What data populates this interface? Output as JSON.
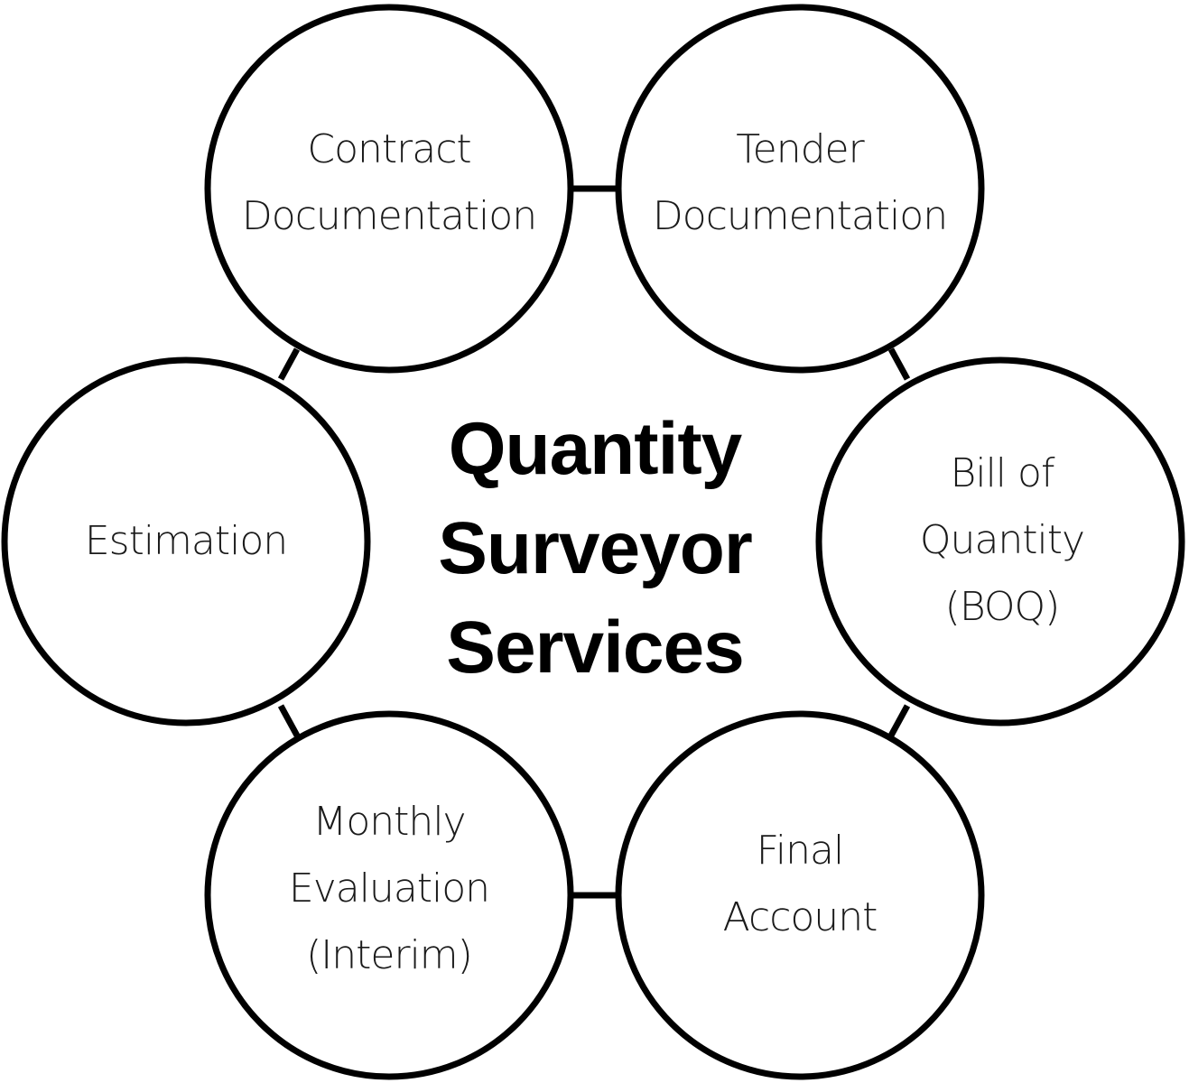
{
  "title": {
    "lines": [
      "Quantity",
      "Surveyor",
      "Services"
    ]
  },
  "nodes": [
    {
      "id": "contract-documentation",
      "lines": [
        "Contract",
        "Documentation"
      ]
    },
    {
      "id": "tender-documentation",
      "lines": [
        "Tender",
        "Documentation"
      ]
    },
    {
      "id": "bill-of-quantity",
      "lines": [
        "Bill of",
        "Quantity",
        "(BOQ)"
      ]
    },
    {
      "id": "final-account",
      "lines": [
        "Final",
        "Account"
      ]
    },
    {
      "id": "monthly-evaluation",
      "lines": [
        "Monthly",
        "Evaluation",
        "(Interim)"
      ]
    },
    {
      "id": "estimation",
      "lines": [
        "Estimation"
      ]
    }
  ],
  "colors": {
    "stroke": "#000000",
    "background": "#ffffff",
    "text": "#1a1a1a"
  }
}
